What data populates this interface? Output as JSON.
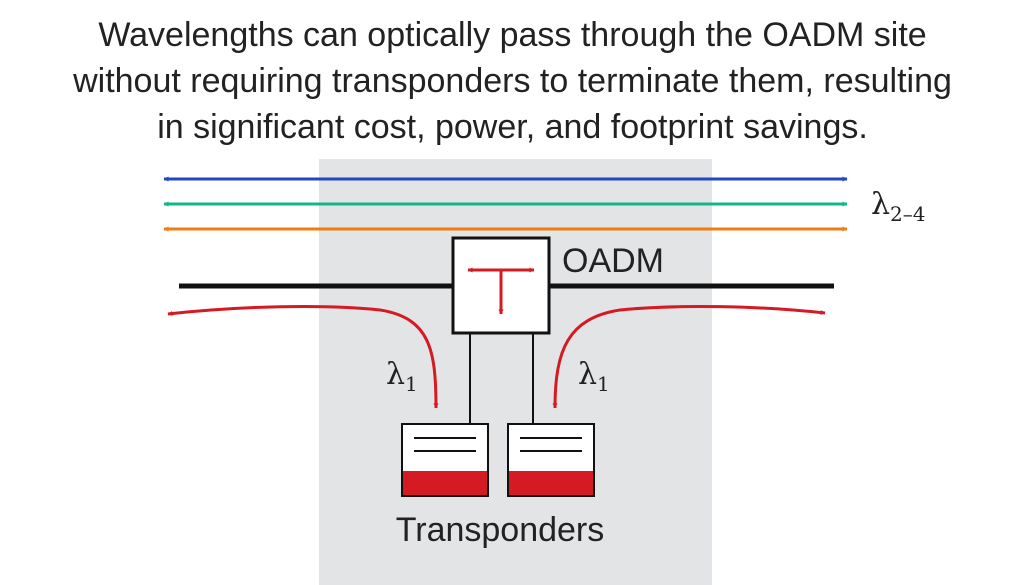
{
  "caption": {
    "line1": "Wavelengths can optically pass through the OADM site",
    "line2": "without requiring transponders to terminate them, resulting",
    "line3": "in significant cost, power, and footprint savings."
  },
  "labels": {
    "oadm": "OADM",
    "transponders": "Transponders",
    "lambda_express": "λ",
    "lambda_express_sub": "2–4",
    "lambda_drop_left": "λ",
    "lambda_drop_left_sub": "1",
    "lambda_drop_right": "λ",
    "lambda_drop_right_sub": "1"
  },
  "colors": {
    "site_background": "#e3e4e6",
    "express_1": "#2246c4",
    "express_2": "#14b58c",
    "express_3": "#f07d12",
    "drop_add": "#d41a22",
    "fiber": "#111111",
    "transponder_fill": "#d41a22"
  }
}
